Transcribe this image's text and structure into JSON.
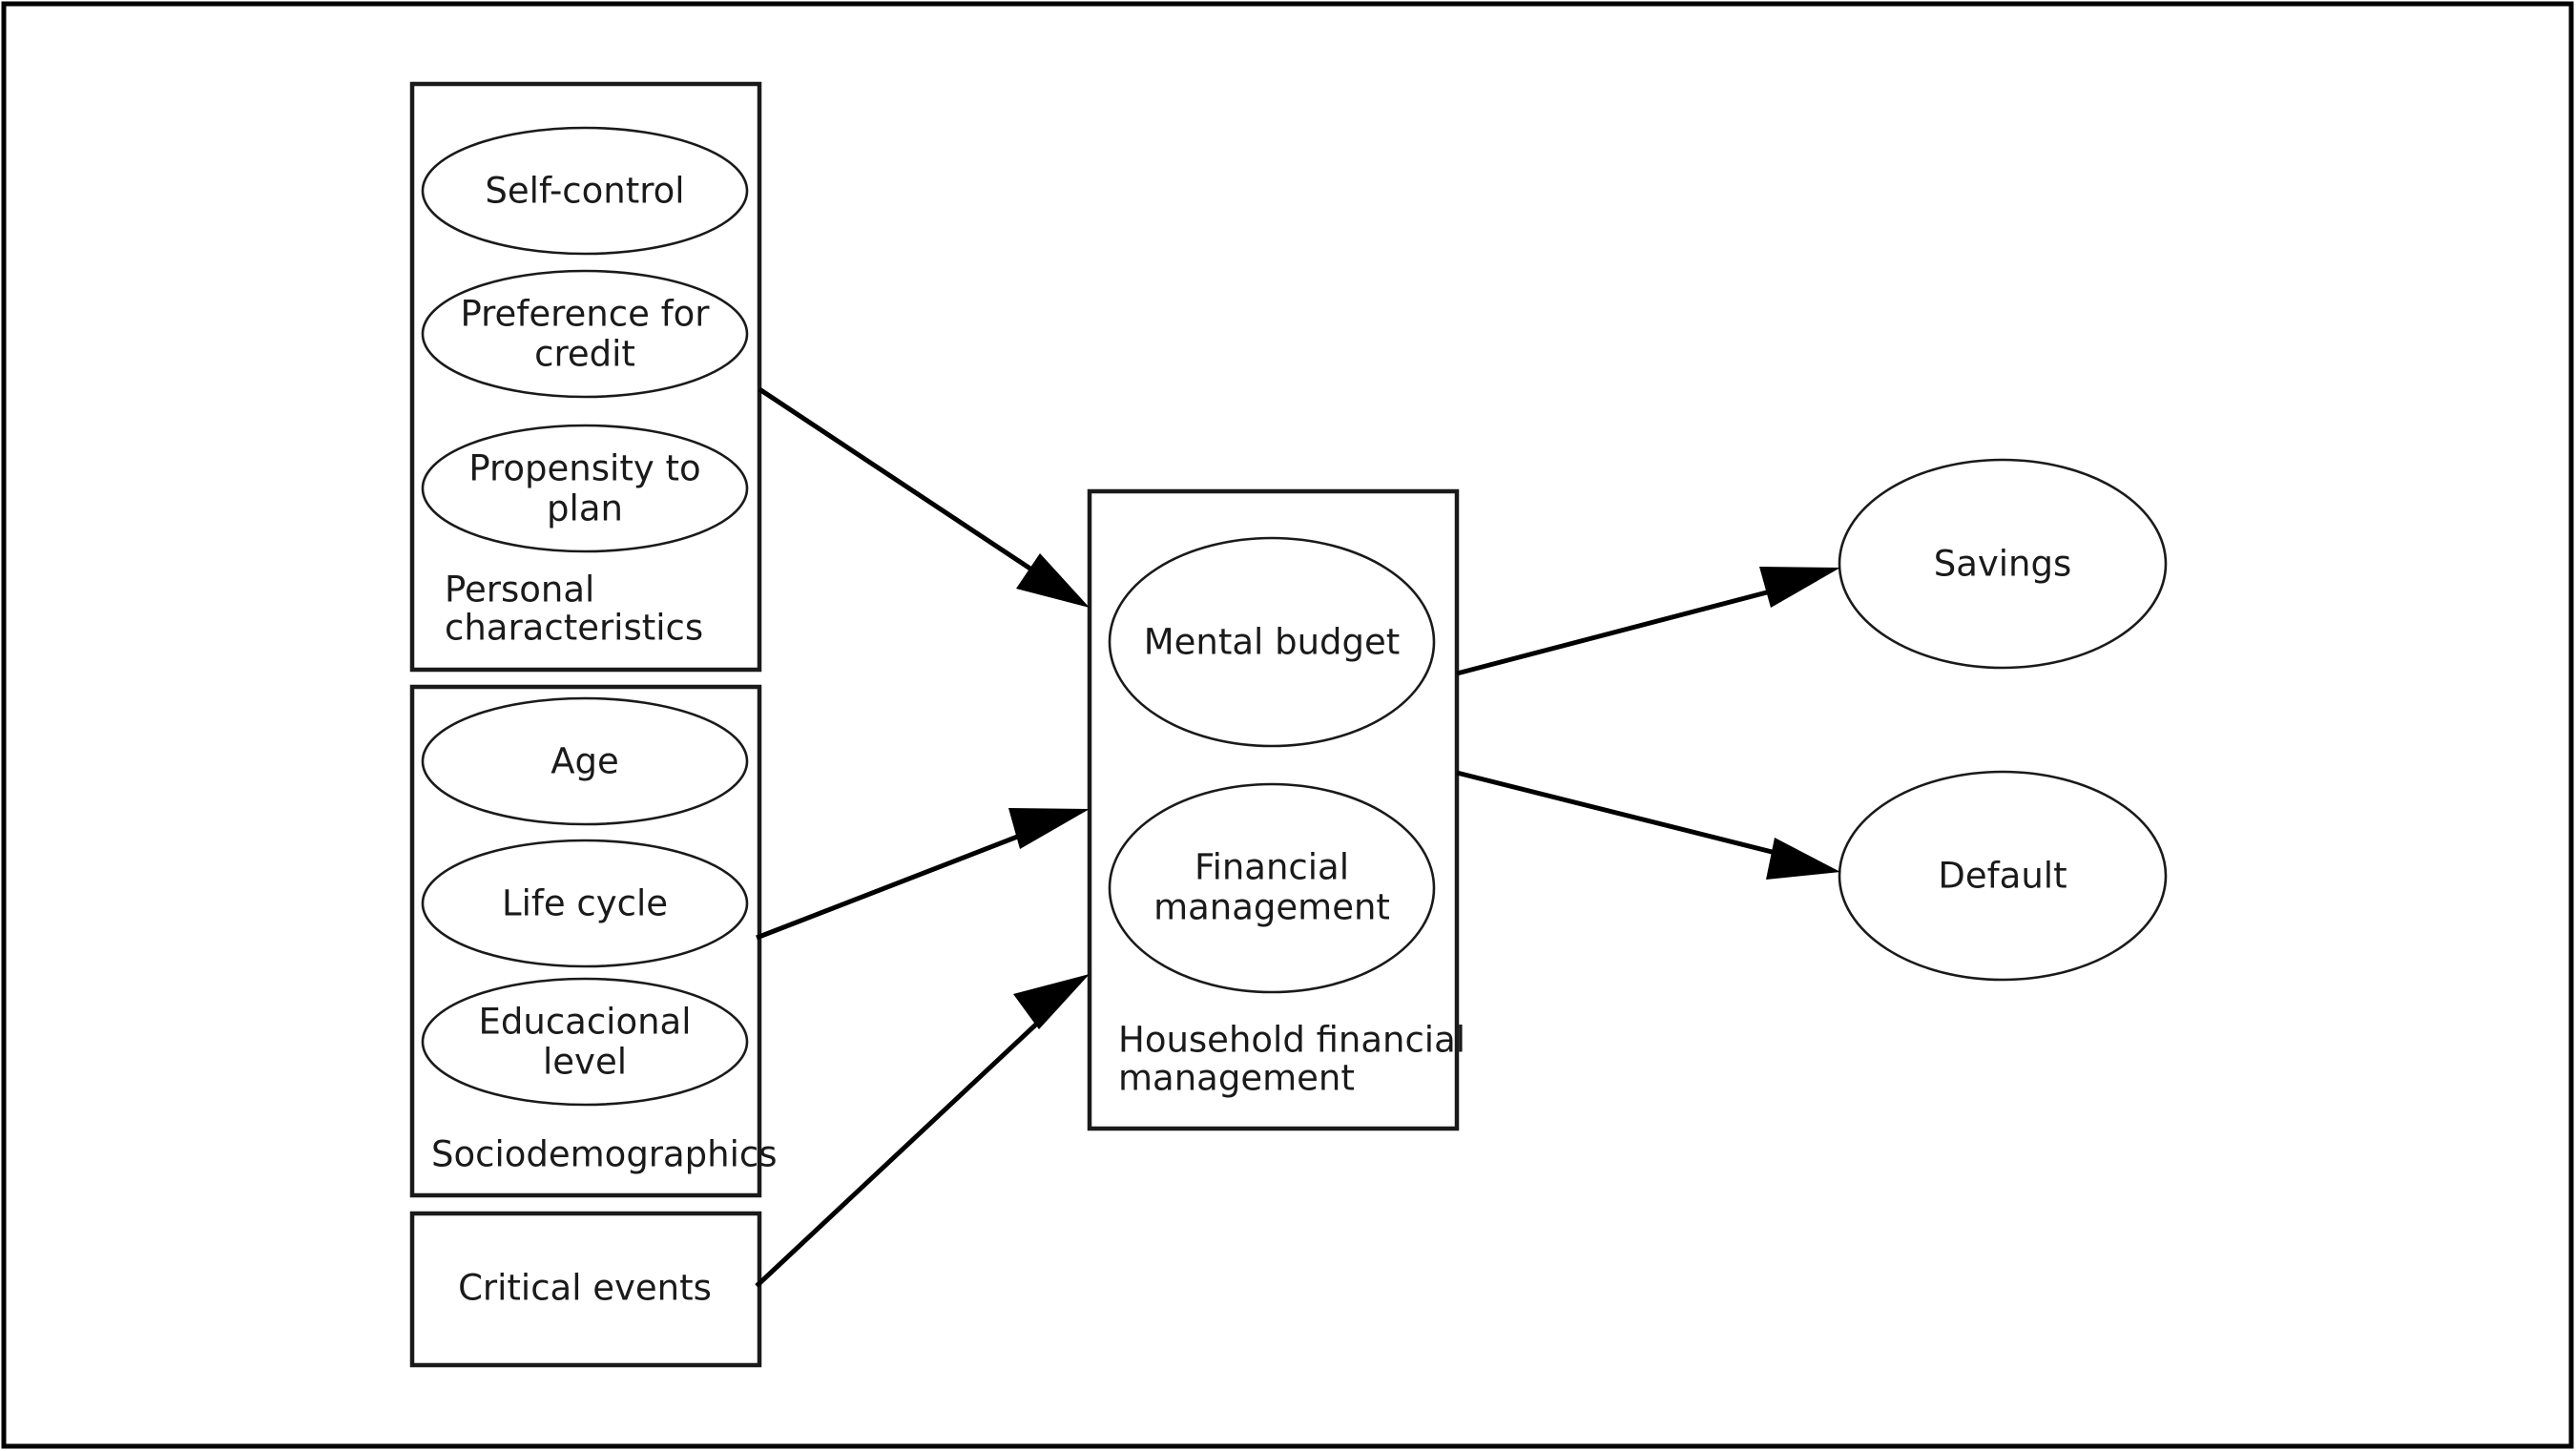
{
  "diagram": {
    "title": "Household financial management conceptual model",
    "background_color": "#ffffff",
    "stroke_color": "#1a1a1a",
    "frame_border_color": "#000000"
  },
  "groups": {
    "personal_characteristics": {
      "label": "Personal\ncharacteristics",
      "label_line1": "Personal",
      "label_line2": "characteristics",
      "nodes": [
        {
          "label": "Self-control",
          "line1": "Self-control",
          "line2": ""
        },
        {
          "label": "Preference for credit",
          "line1": "Preference for",
          "line2": "credit"
        },
        {
          "label": "Propensity to plan",
          "line1": "Propensity to",
          "line2": "plan"
        }
      ]
    },
    "sociodemographics": {
      "label": "Sociodemographics",
      "label_line1": "Sociodemographics",
      "label_line2": "",
      "nodes": [
        {
          "label": "Age",
          "line1": "Age",
          "line2": ""
        },
        {
          "label": "Life cycle",
          "line1": "Life cycle",
          "line2": ""
        },
        {
          "label": "Educacional level",
          "line1": "Educacional",
          "line2": "level"
        }
      ]
    },
    "critical_events": {
      "label": "Critical events",
      "label_line1": "Critical events",
      "label_line2": "",
      "nodes": []
    },
    "household_financial_management": {
      "label": "Household financial\nmanagement",
      "label_line1": "Household financial",
      "label_line2": "management",
      "nodes": [
        {
          "label": "Mental budget",
          "line1": "Mental budget",
          "line2": ""
        },
        {
          "label": "Financial management",
          "line1": "Financial",
          "line2": "management"
        }
      ]
    }
  },
  "outcomes": [
    {
      "label": "Savings"
    },
    {
      "label": "Default"
    }
  ],
  "edges": [
    {
      "from": "Personal characteristics",
      "to": "Household financial management",
      "arrow": "single"
    },
    {
      "from": "Sociodemographics",
      "to": "Household financial management",
      "arrow": "single"
    },
    {
      "from": "Critical events",
      "to": "Household financial management",
      "arrow": "single"
    },
    {
      "from": "Household financial management",
      "to": "Savings",
      "arrow": "single"
    },
    {
      "from": "Household financial management",
      "to": "Default",
      "arrow": "single"
    }
  ]
}
